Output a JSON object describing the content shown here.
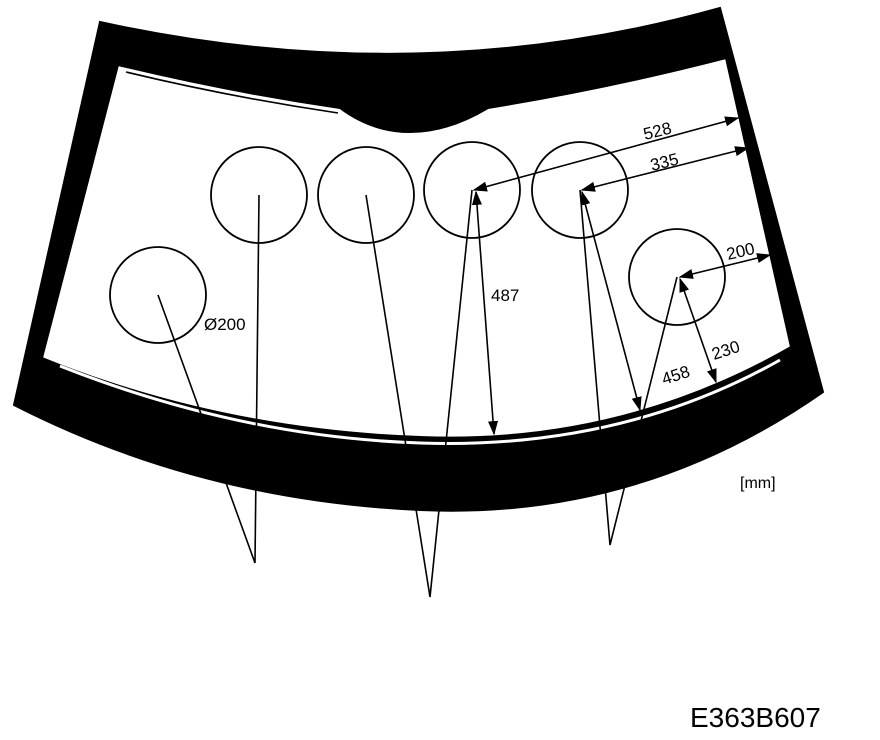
{
  "diagram": {
    "dimensions": {
      "d528": "528",
      "d335": "335",
      "d487": "487",
      "d200": "200",
      "d230": "230",
      "d458": "458",
      "diameter": "Ø200"
    },
    "unit": "[mm]",
    "code": "E363B607"
  }
}
